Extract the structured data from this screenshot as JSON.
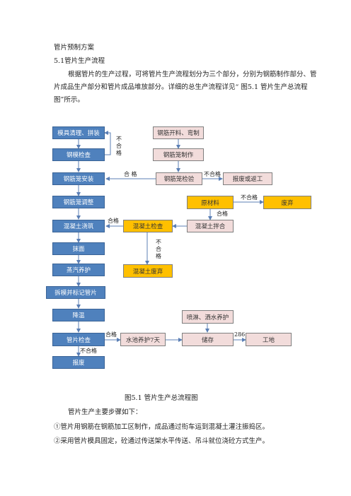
{
  "doc": {
    "section_title": "管片预制方案",
    "subsection": "5.1管片生产流程",
    "intro": "根据管片的生产过程，可将管片生产流程划分为三个部分，分别为钢筋制作部分、管片成品生产部分和管片成品堆放部分。详细的总生产流程详见“ 图5.1 管片生产总流程图”所示。",
    "caption": "图5.1 管片生产总流程图",
    "steps_intro": "管片生产主要步骤如下：",
    "step1": "①管片用钢筋在钢筋加工区制作，成品通过衔车运到混凝土灌注振捣区。",
    "step2": "②采用管片模具固定，砼通过传送架水平传送、吊斗就位浇砼方式生产。"
  },
  "flow": {
    "boxes": {
      "mold_clean": "模具清理、拼装",
      "mold_check": "钢模检查",
      "cage_install": "钢筋笼安装",
      "cage_adjust": "钢筋笼调整",
      "concrete_pour": "混凝土浇筑",
      "smoothing": "抹面",
      "steam_cure": "蒸汽养护",
      "demold_mark": "拆模并标记管片",
      "cooling": "降温",
      "segment_check": "管片检查",
      "scrap": "报废",
      "rebar_cut_bend": "钢筋开料、弯制",
      "cage_make": "钢筋笼制作",
      "cage_inspect": "钢筋笼检验",
      "scrap_or_rework": "报废或返工",
      "raw_material": "原材料",
      "discard": "废弃",
      "concrete_mix": "混凝土拌合",
      "concrete_check": "混凝土检查",
      "concrete_discard": "混凝土废弃",
      "water_cure": "水池养护7天",
      "storage": "储存",
      "spray_cure": "喷淋、洒水养护",
      "site": "工地"
    },
    "labels": {
      "unqualified": "不合格",
      "qualified": "合格",
      "qualified_spaced": "合 格",
      "code_286": "286",
      "unqualified_v1": [
        "不",
        "合",
        "格"
      ],
      "unqualified_v2": [
        "不",
        "合",
        "格"
      ]
    }
  }
}
